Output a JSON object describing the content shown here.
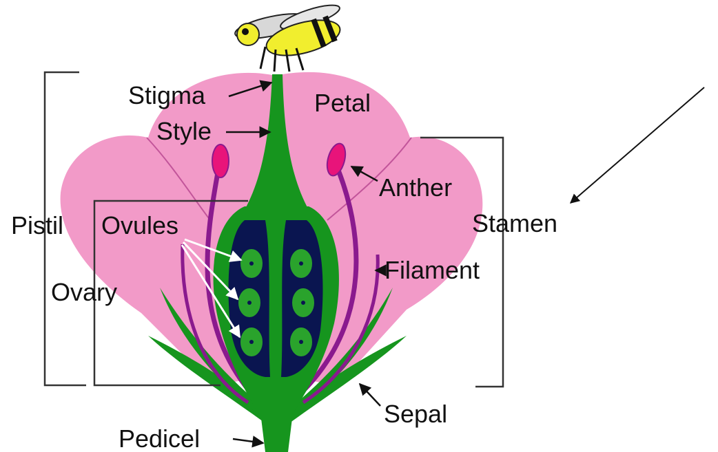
{
  "labels": {
    "stigma": "Stigma",
    "style": "Style",
    "petal": "Petal",
    "anther": "Anther",
    "pistil": "Pistil",
    "ovules": "Ovules",
    "stamen": "Stamen",
    "filament": "Filament",
    "ovary": "Ovary",
    "sepal": "Sepal",
    "pedicel": "Pedicel"
  },
  "colors": {
    "petal": "#f29ac8",
    "petal_vein": "#c2559a",
    "stem": "#16951e",
    "ovary_chamber": "#0a1550",
    "ovule": "#2aa32c",
    "filament": "#8a1a8e",
    "anther": "#e8147a",
    "bee_yellow": "#f1ee2e",
    "bee_dark": "#111111",
    "bracket": "#333333",
    "arrow": "#111111"
  },
  "icons": {
    "pollinator": "bee-icon"
  }
}
